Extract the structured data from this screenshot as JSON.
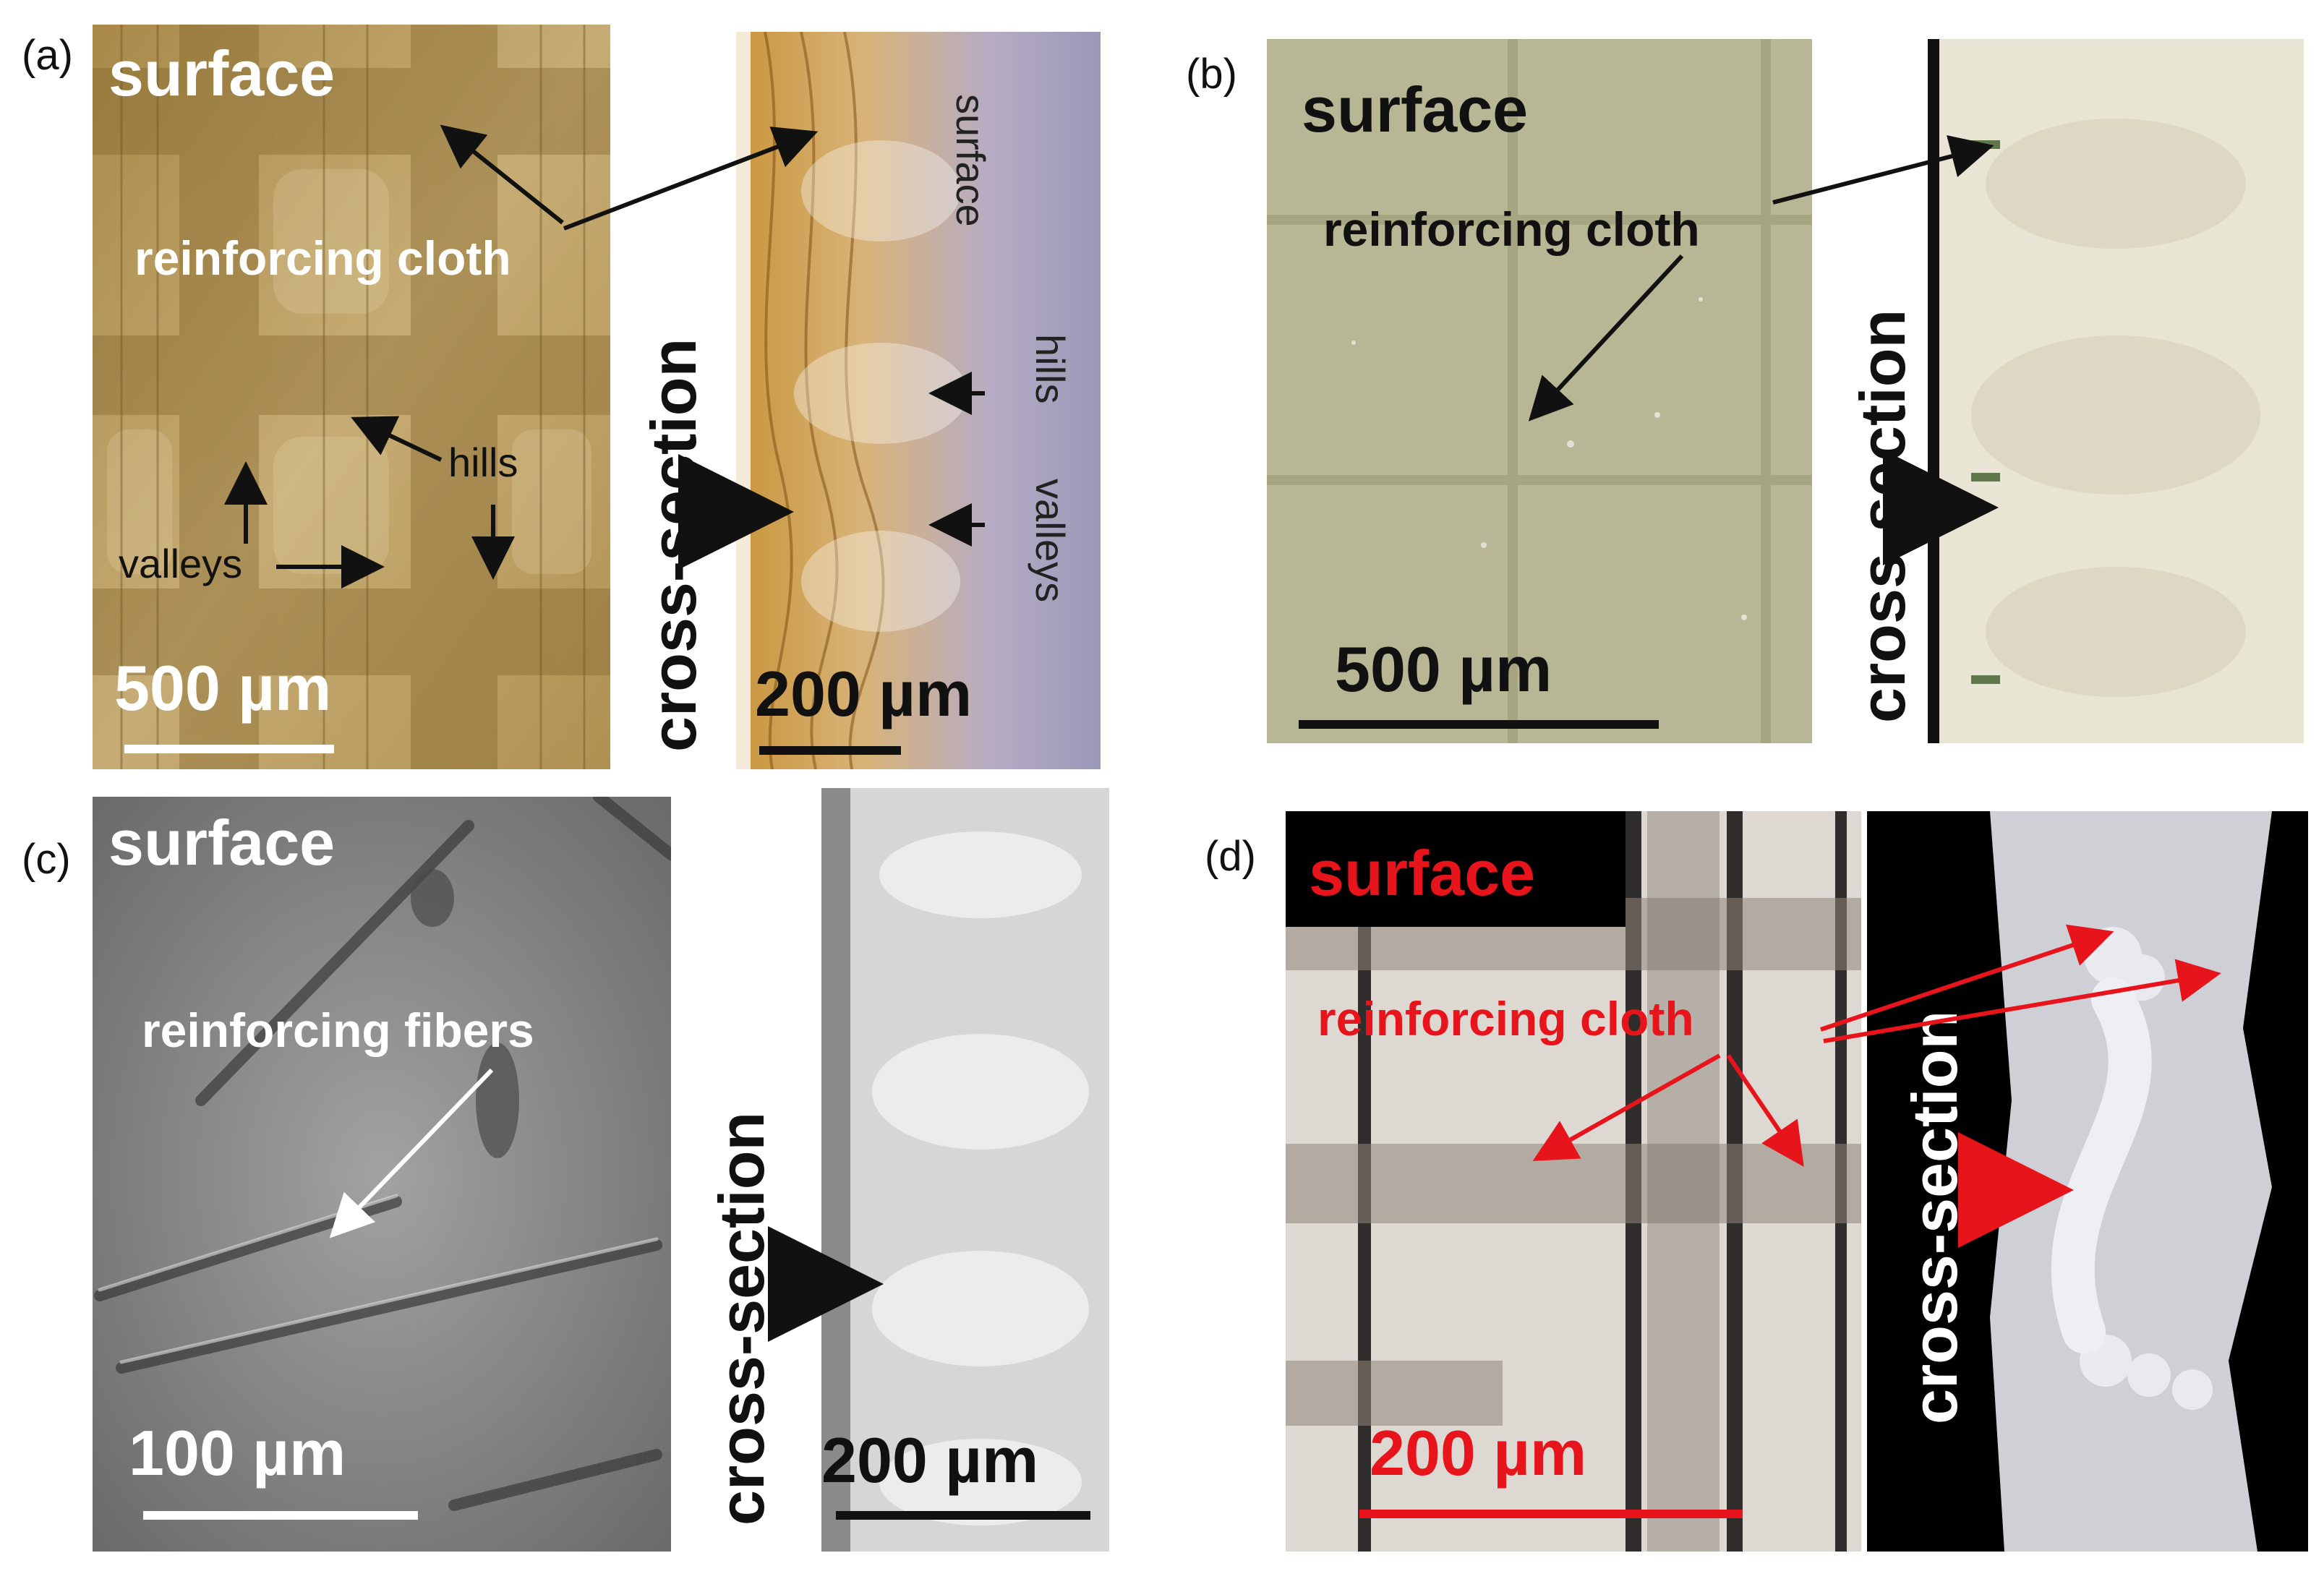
{
  "panels": {
    "a": {
      "letter": "(a)",
      "surface": "surface",
      "reinforcing": "reinforcing cloth",
      "hills": "hills",
      "valleys": "valleys",
      "scale_surface": "500 µm",
      "cross_section": "cross-section",
      "cs_surface": "surface",
      "cs_hills": "hills",
      "cs_valleys": "valleys",
      "scale_cs": "200 µm"
    },
    "b": {
      "letter": "(b)",
      "surface": "surface",
      "reinforcing": "reinforcing cloth",
      "scale_surface": "500 µm",
      "cross_section": "cross-section"
    },
    "c": {
      "letter": "(c)",
      "surface": "surface",
      "reinforcing": "reinforcing fibers",
      "scale_surface": "100 µm",
      "cross_section": "cross-section",
      "scale_cs": "200 µm"
    },
    "d": {
      "letter": "(d)",
      "surface": "surface",
      "reinforcing": "reinforcing cloth",
      "scale_surface": "200 µm",
      "cross_section": "cross-section"
    }
  },
  "colors": {
    "a_surface_bg": "#b69a5c",
    "a_cs_bg": "#a8a4b8",
    "b_surface_bg": "#b7b795",
    "b_cs_bg": "#e8e4d6",
    "c_surface_bg": "#8a8a8a",
    "c_cs_bg": "#d8d8d8",
    "d_surface_bg": "#c9c2bb",
    "d_cs_bg": "#d2d2d8",
    "accent_red": "#e8141b"
  }
}
